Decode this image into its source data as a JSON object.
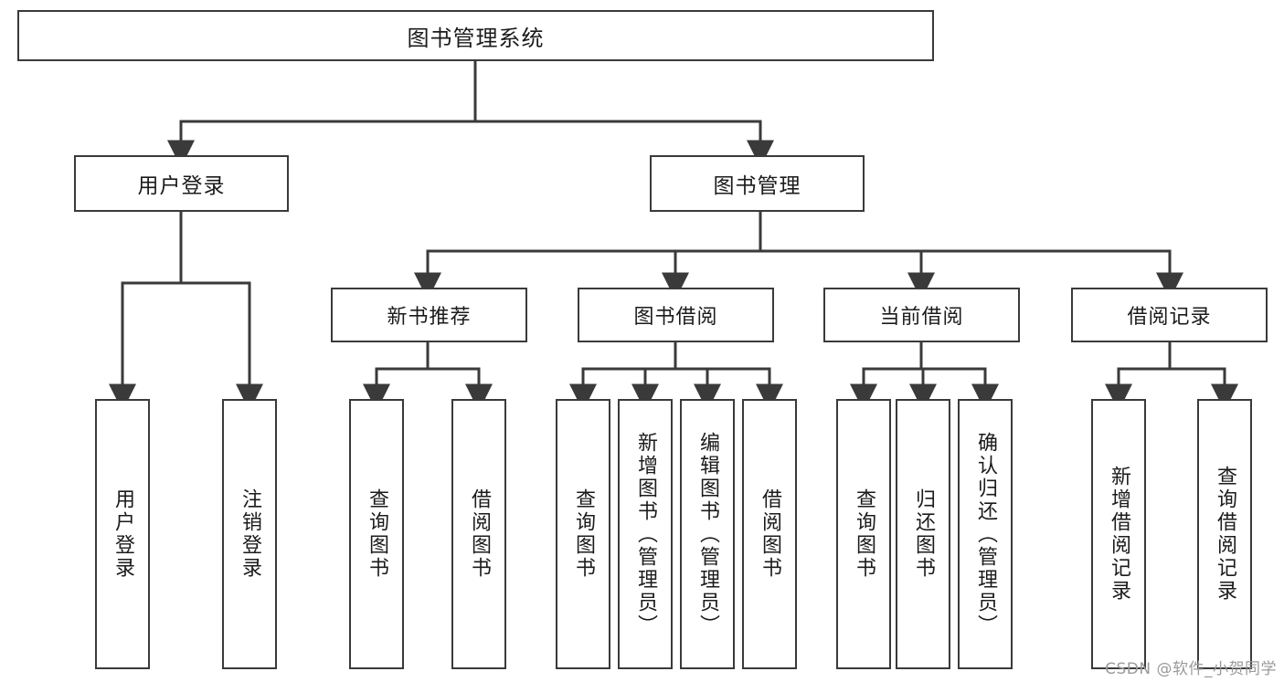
{
  "diagram": {
    "title": "图书管理系统",
    "type": "tree",
    "root": {
      "id": "root",
      "label": "图书管理系统"
    },
    "level1": [
      {
        "id": "user-login",
        "label": "用户登录"
      },
      {
        "id": "book-management",
        "label": "图书管理"
      }
    ],
    "level2": [
      {
        "id": "new-book-recommend",
        "label": "新书推荐",
        "parent": "book-management"
      },
      {
        "id": "book-borrow",
        "label": "图书借阅",
        "parent": "book-management"
      },
      {
        "id": "current-borrow",
        "label": "当前借阅",
        "parent": "book-management"
      },
      {
        "id": "borrow-record",
        "label": "借阅记录",
        "parent": "book-management"
      }
    ],
    "leaves": [
      {
        "id": "leaf-user-login",
        "label": "用户登录",
        "parent": "user-login"
      },
      {
        "id": "leaf-logout-login",
        "label": "注销登录",
        "parent": "user-login"
      },
      {
        "id": "leaf-query-book-1",
        "label": "查询图书",
        "parent": "new-book-recommend"
      },
      {
        "id": "leaf-borrow-book-1",
        "label": "借阅图书",
        "parent": "new-book-recommend"
      },
      {
        "id": "leaf-query-book-2",
        "label": "查询图书",
        "parent": "book-borrow"
      },
      {
        "id": "leaf-add-book",
        "label": "新增图书（管理员）",
        "parent": "book-borrow"
      },
      {
        "id": "leaf-edit-book",
        "label": "编辑图书（管理员）",
        "parent": "book-borrow"
      },
      {
        "id": "leaf-borrow-book-2",
        "label": "借阅图书",
        "parent": "book-borrow"
      },
      {
        "id": "leaf-query-book-3",
        "label": "查询图书",
        "parent": "current-borrow"
      },
      {
        "id": "leaf-return-book",
        "label": "归还图书",
        "parent": "current-borrow"
      },
      {
        "id": "leaf-confirm-return",
        "label": "确认归还（管理员）",
        "parent": "current-borrow"
      },
      {
        "id": "leaf-add-record",
        "label": "新增借阅记录",
        "parent": "borrow-record"
      },
      {
        "id": "leaf-query-record",
        "label": "查询借阅记录",
        "parent": "borrow-record"
      }
    ],
    "colors": {
      "stroke": "#3a3a3a",
      "fill": "#ffffff",
      "text": "#1b1b1b",
      "watermark": "#9a9a9a"
    }
  },
  "watermark": {
    "text": "CSDN @软件_小贺同学"
  }
}
